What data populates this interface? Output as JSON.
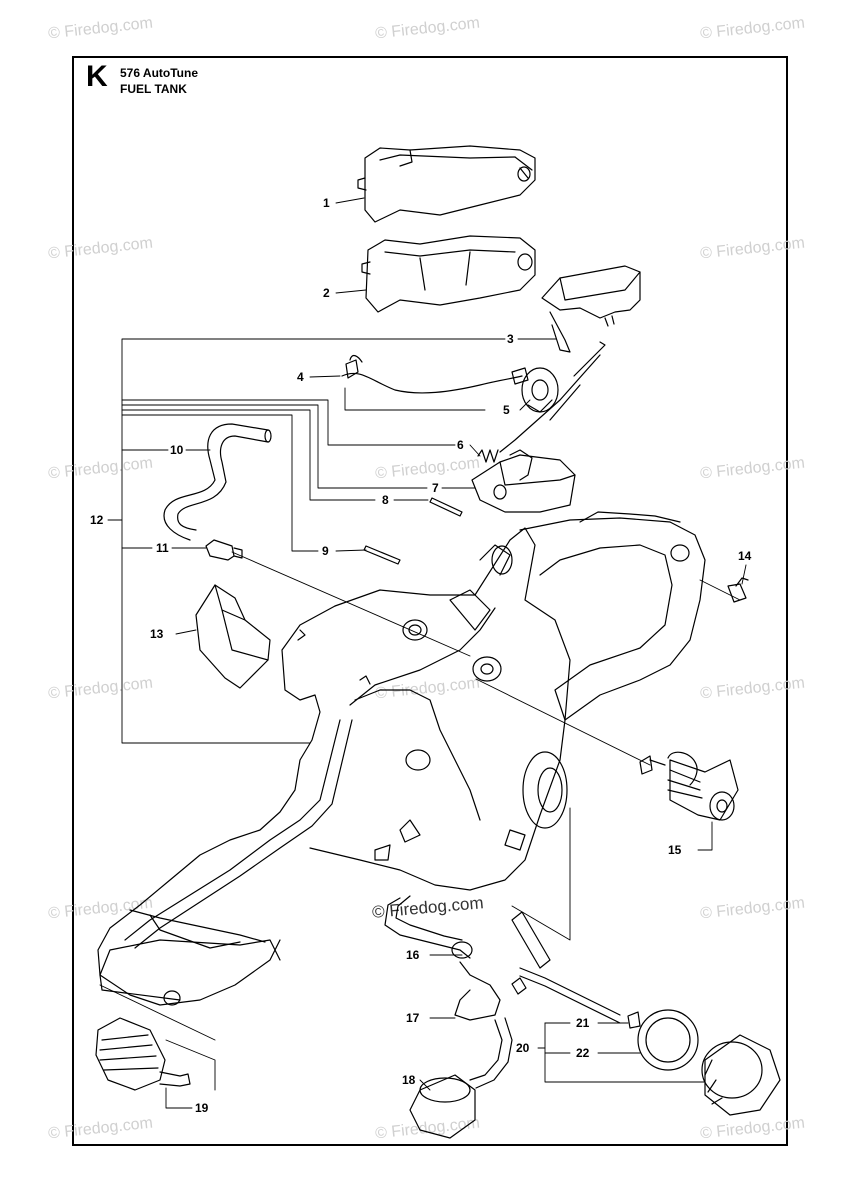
{
  "header": {
    "letter": "K",
    "model": "576 AutoTune",
    "section": "FUEL TANK"
  },
  "watermark": {
    "text": "© Firedog.com",
    "center_text": "© Firedog.com"
  },
  "callouts": [
    "1",
    "2",
    "3",
    "4",
    "5",
    "6",
    "7",
    "8",
    "9",
    "10",
    "11",
    "12",
    "13",
    "14",
    "15",
    "16",
    "17",
    "18",
    "19",
    "20",
    "21",
    "22"
  ],
  "colors": {
    "line": "#000000",
    "watermark": "#d0d0d0",
    "background": "#ffffff"
  }
}
